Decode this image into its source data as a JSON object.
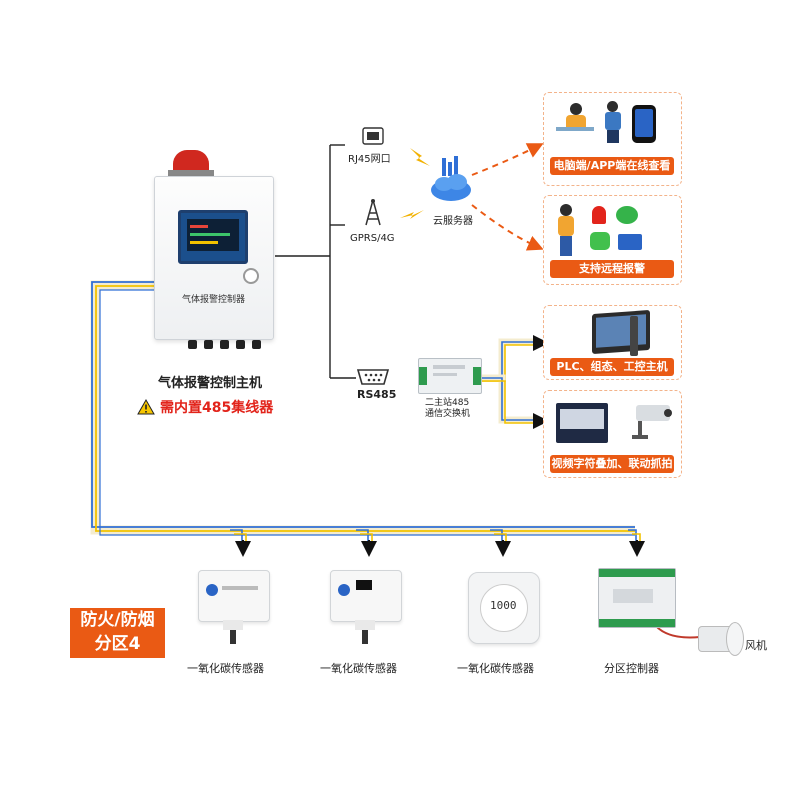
{
  "controller": {
    "panel_label": "气体报警控制器",
    "title": "气体报警控制主机",
    "warning": "需内置485集线器"
  },
  "network": {
    "rj45": "RJ45网口",
    "gprs": "GPRS/4G",
    "cloud": "云服务器",
    "rs485": "RS485",
    "switch_line1": "二主站485",
    "switch_line2": "通信交换机"
  },
  "outputs": {
    "online_view": "电脑端/APP端在线查看",
    "remote_alarm": "支持远程报警",
    "plc": "PLC、组态、工控主机",
    "video": "视频字符叠加、联动抓拍"
  },
  "zone": {
    "line1": "防火/防烟",
    "line2": "分区4"
  },
  "devices": {
    "sensor1": "一氧化碳传感器",
    "sensor2": "一氧化碳传感器",
    "sensor3": "一氧化碳传感器",
    "sensor3_display": "1000",
    "controller": "分区控制器",
    "fan": "风机"
  },
  "colors": {
    "accent": "#ea5a14",
    "wire_blue": "#2f6fd6",
    "wire_yellow": "#f2c200",
    "wire_cream": "#f4eccf"
  }
}
